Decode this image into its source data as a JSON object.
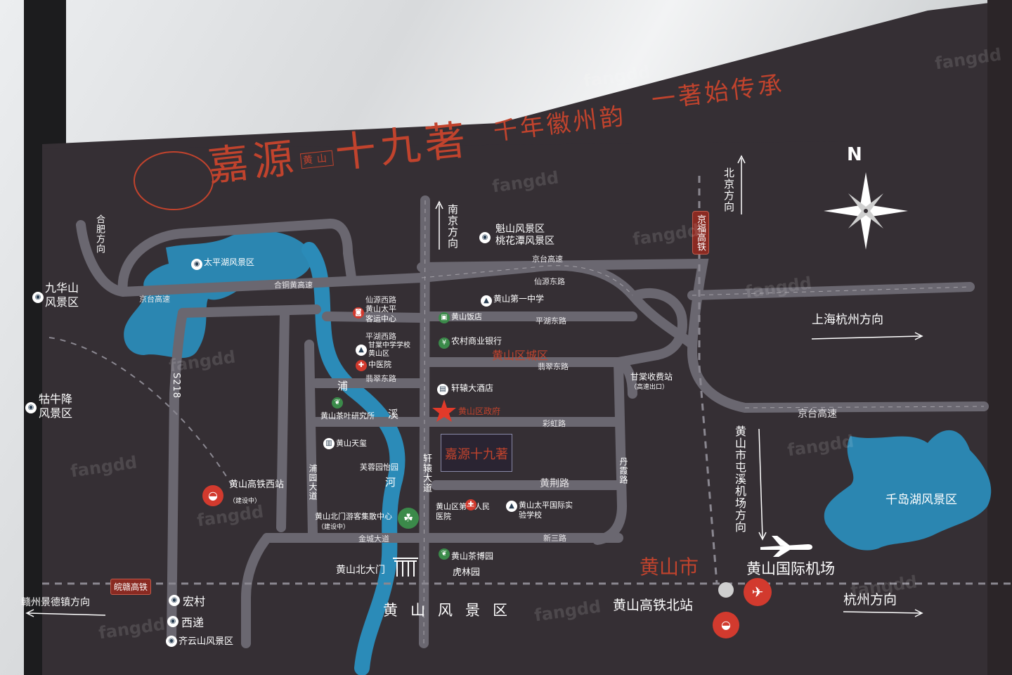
{
  "header": {
    "brand": "嘉源",
    "brand_sub": "黄山",
    "project": "十九著",
    "slogan_1": "千年徽州韵",
    "slogan_2": "一著始传承",
    "compass_n": "N"
  },
  "directions": {
    "hefei": "合肥方向",
    "nanjing": "南京方向",
    "beijing": "北京方向",
    "shanghai_hangzhou": "上海杭州方向",
    "ganzhou_jingdezhen": "赣州景德镇方向",
    "hangzhou": "杭州方向",
    "tunxi_airport": "黄山市屯溪机场方向"
  },
  "railways": {
    "jingfu": "京福高铁",
    "wangan": "皖赣高铁"
  },
  "roads": {
    "jingtai_1": "京台高速",
    "jingtai_2": "京台高速",
    "jingtai_3": "京台高速",
    "hetonghuang": "合铜黄高速",
    "s218": "S218",
    "xianyuan_w": "仙源西路",
    "xianyuan_e": "仙源东路",
    "pinghu_w": "平湖西路",
    "pinghu_e": "平湖东路",
    "feicui_w": "翡翠东路",
    "feicui_e": "翡翠东路",
    "caihong": "彩虹路",
    "huangjing": "黄荆路",
    "danxia": "丹霞路",
    "xinsan": "新三路",
    "jincheng": "金城大道",
    "puyuan": "浦园大道",
    "xuanyuan": "轩辕大道"
  },
  "landmarks": {
    "taipinghu": "太平湖风景区",
    "jiuhuashan": "九华山风景区",
    "guniujiang": "牯牛降风景区",
    "kuishan": "魁山风景区",
    "taohuatan": "桃花潭风景区",
    "bus_station": "黄山太平客运中心",
    "hotel_huangshan": "黄山饭店",
    "school_no1": "黄山第一中学",
    "bank": "农村商业银行",
    "district_core": "黄山区城区",
    "gantang_school": "甘棠中学学校黄山区",
    "tcm_hospital": "中医院",
    "xuanzhen_hotel": "轩辕大酒店",
    "district_gov": "黄山区政府",
    "tea_institute": "黄山茶叶研究所",
    "gantang_toll": "甘棠收费站",
    "gantang_toll_sub": "（高速出口）",
    "tianxi": "黄山天玺",
    "furong": "芙蓉园怡园",
    "pu_river": "浦",
    "xi_river": "溪",
    "he_river": "河",
    "north_gate_center": "黄山北门游客集散中心",
    "north_gate_sub": "（建设中）",
    "people_hospital": "黄山区第一人民医院",
    "intl_school": "黄山太平国际实验学校",
    "tea_expo": "黄山茶博园",
    "hulinyuan": "虎林园",
    "north_gate": "黄山北大门",
    "west_station": "黄山高铁西站",
    "west_station_sub": "（建设中）",
    "hongcun": "宏村",
    "xidi": "西递",
    "qiyunshan": "齐云山风景区",
    "scenic_area": "黄山风景区",
    "city": "黄山市",
    "airport": "黄山国际机场",
    "north_station": "黄山高铁北站",
    "qiandaohu": "千岛湖风景区",
    "project_label": "嘉源十九著"
  },
  "watermark": "fangdd",
  "colors": {
    "board": "#352f34",
    "road": "#6a6770",
    "accent": "#c1432d",
    "water": "#2b8bb8"
  }
}
